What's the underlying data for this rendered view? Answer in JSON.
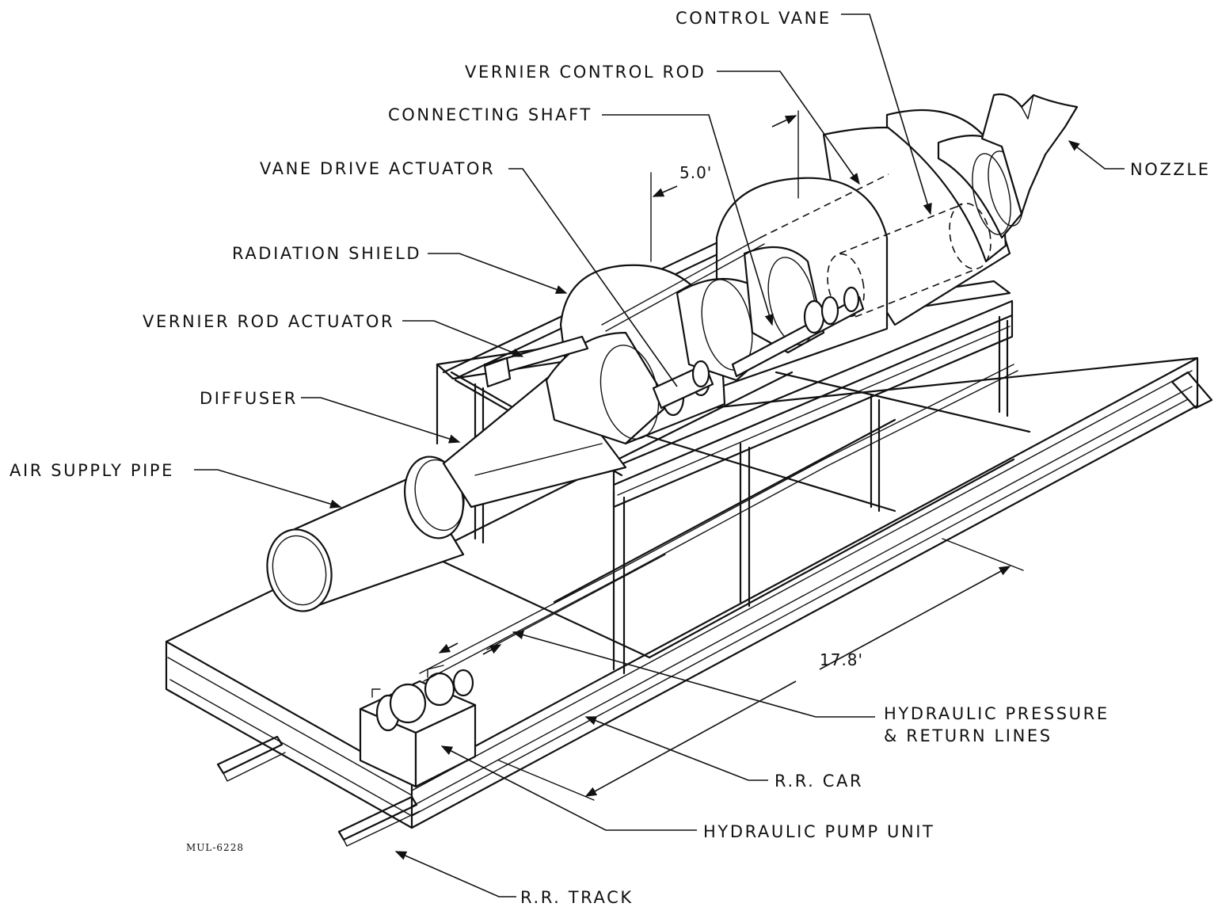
{
  "labels": {
    "control_vane": "CONTROL VANE",
    "vernier_control_rod": "VERNIER CONTROL ROD",
    "connecting_shaft": "CONNECTING SHAFT",
    "vane_drive_actuator": "VANE DRIVE ACTUATOR",
    "nozzle": "NOZZLE",
    "radiation_shield": "RADIATION SHIELD",
    "vernier_rod_actuator": "VERNIER ROD ACTUATOR",
    "diffuser": "DIFFUSER",
    "air_supply_pipe": "AIR SUPPLY PIPE",
    "hydraulic_lines_1": "HYDRAULIC PRESSURE",
    "hydraulic_lines_2": "& RETURN LINES",
    "rr_car": "R.R. CAR",
    "hydraulic_pump_unit": "HYDRAULIC PUMP UNIT",
    "rr_track": "R.R. TRACK"
  },
  "dimensions": {
    "shield_width": "5.0'",
    "car_length": "17.8'"
  },
  "drawing_code": "MUL-6228"
}
